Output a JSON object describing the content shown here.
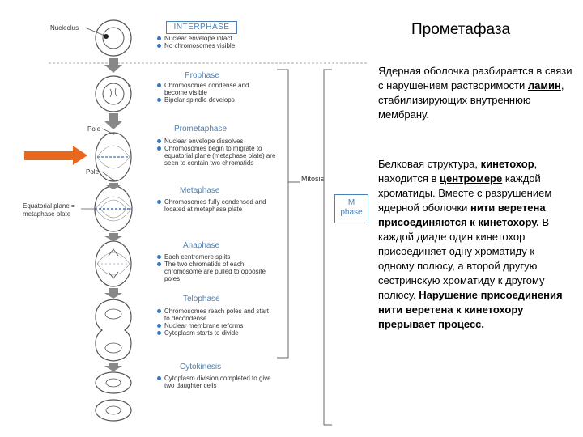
{
  "diagram": {
    "nucleolus_label": "Nucleolus",
    "interphase_title": "INTERPHASE",
    "interphase_items": [
      "Nuclear envelope intact",
      "No chromosomes visible"
    ],
    "prophase_title": "Prophase",
    "prophase_items": [
      "Chromosomes condense and become visible",
      "Bipolar spindle develops"
    ],
    "pole_label_top": "Pole",
    "prometaphase_title": "Prometaphase",
    "prometaphase_items": [
      "Nuclear envelope dissolves",
      "Chromosomes begin to migrate to equatorial plane (metaphase plate) are seen to contain two chromatids"
    ],
    "pole_label_bottom": "Pole",
    "mitosis_label": "Mitosis",
    "metaphase_title": "Metaphase",
    "metaphase_items": [
      "Chromosomes fully condensed and located at metaphase plate"
    ],
    "equatorial_label_line1": "Equatorial plane =",
    "equatorial_label_line2": "metaphase plate",
    "m_phase_line1": "M",
    "m_phase_line2": "phase",
    "anaphase_title": "Anaphase",
    "anaphase_items": [
      "Each centromere splits",
      "The two chromatids of each chromosome are pulled to opposite poles"
    ],
    "telophase_title": "Telophase",
    "telophase_items": [
      "Chromosomes reach poles and start to decondense",
      "Nuclear membrane reforms",
      "Cytoplasm starts to divide"
    ],
    "cytokinesis_title": "Cytokinesis",
    "cytokinesis_items": [
      "Cytoplasm division completed to give two daughter cells"
    ],
    "colors": {
      "accent": "#3a77c0",
      "arrow": "#e8691e",
      "cell_stroke": "#555555",
      "flow_arrow": "#777777"
    }
  },
  "slide": {
    "title": "Прометафаза",
    "p1_a": "Ядерная оболочка разбирается в связи с нарушением растворимости ",
    "p1_link": "ламин",
    "p1_b": ", стабилизирующих внутреннюю мембрану.",
    "p2_a": "Белковая структура, ",
    "p2_bold1": "кинетохор",
    "p2_b": ", находится в ",
    "p2_link": "центромере",
    "p2_c": " каждой хроматиды. Вместе с разрушением ядерной оболочки ",
    "p2_bold2": "нити веретена присоединяются к кинетохору.",
    "p2_d": " В каждой диаде один кинетохор присоединяет одну хроматиду к одному полюсу, а второй другую сестринскую хроматиду к другому полюсу. ",
    "p2_bold3": "Нарушение присоединения нити веретена к кинетохору прерывает процесс."
  }
}
